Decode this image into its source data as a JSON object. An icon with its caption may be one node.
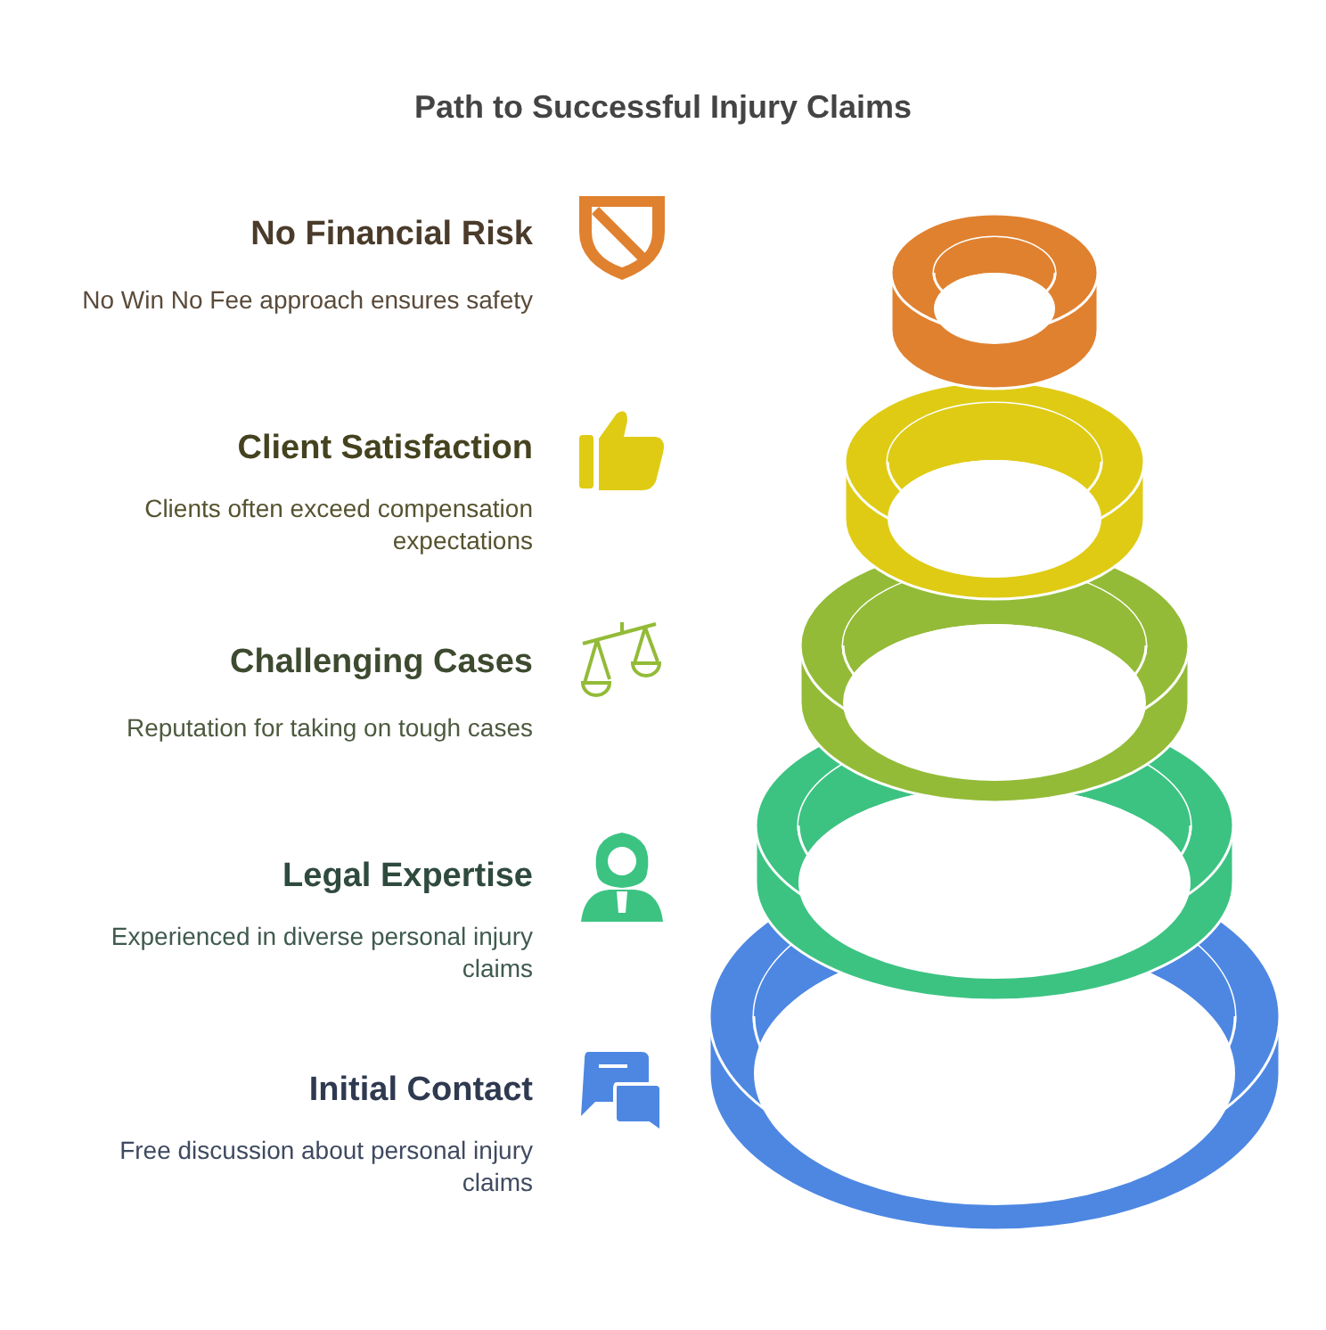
{
  "diagram": {
    "title": "Path to Successful Injury Claims",
    "labels": [
      "No Financial Risk",
      "No Win No Fee approach ensures safety",
      "Client Satisfaction",
      "Clients often exceed compensation expectations",
      "Challenging Cases",
      "Reputation for taking on tough cases",
      "Legal Expertise",
      "Experienced in diverse personal injury claims",
      "Initial Contact",
      "Free discussion about personal injury claims"
    ]
  }
}
